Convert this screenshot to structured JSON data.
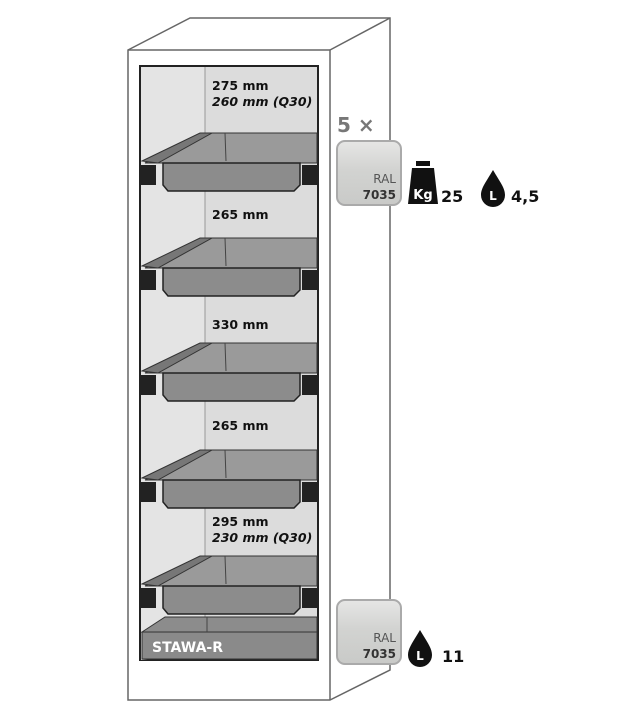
{
  "cabinet": {
    "model_label": "STAWA-R",
    "compartments": [
      {
        "height": "275 mm",
        "alt_height": "260 mm (Q30)"
      },
      {
        "height": "265 mm"
      },
      {
        "height": "330 mm"
      },
      {
        "height": "265 mm"
      },
      {
        "height": "295 mm",
        "alt_height": "230 mm (Q30)"
      }
    ],
    "shelf_count": 5
  },
  "shelf_info": {
    "quantity": "5 ×",
    "color_label": "RAL",
    "color_code": "7035",
    "weight_icon_text": "Kg",
    "load_kg": "25",
    "volume_icon_text": "L",
    "volume_l": "4,5"
  },
  "sump_info": {
    "color_label": "RAL",
    "color_code": "7035",
    "volume_icon_text": "L",
    "volume_l": "11"
  },
  "colors": {
    "ral7035": "#d4d5d3",
    "tray": "#8c8c8c",
    "inner": "#dcdcdc"
  }
}
